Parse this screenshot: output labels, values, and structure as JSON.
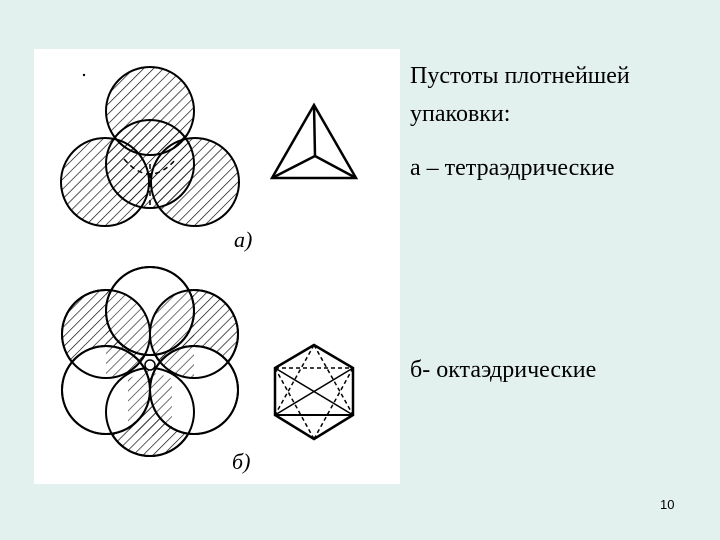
{
  "heading": {
    "line1": "Пустоты плотнейшей",
    "line2": "упаковки:"
  },
  "items": {
    "tetrahedral": "а – тетраэдрические",
    "octahedral": "б- октаэдрические"
  },
  "figure": {
    "label_a": "а)",
    "label_b": "б)"
  },
  "slide_number": "10",
  "colors": {
    "background": "#e3f1ee",
    "panel": "#ffffff",
    "ink": "#000000"
  }
}
